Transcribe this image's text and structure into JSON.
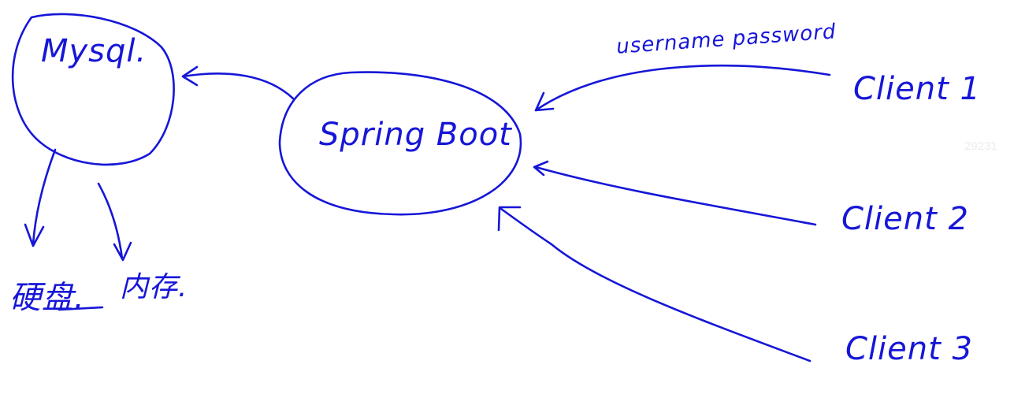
{
  "nodes": {
    "mysql": "Mysql.",
    "spring_boot": "Spring Boot",
    "client1": "Client 1",
    "client2": "Client 2",
    "client3": "Client 3"
  },
  "storage": {
    "disk": "硬盘.",
    "memory": "内存."
  },
  "edge_label": "username password",
  "watermark": "29231",
  "ink_color": "#1616d8"
}
